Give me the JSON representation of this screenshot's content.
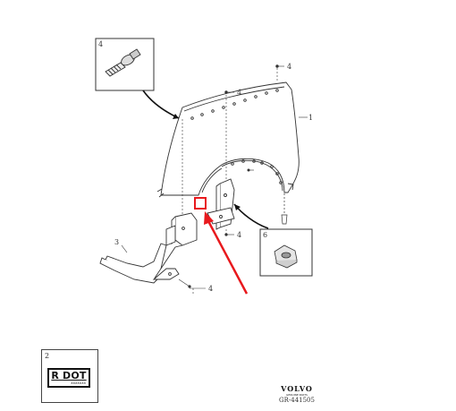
{
  "diagram": {
    "callouts": {
      "fender": "1",
      "liner": "3",
      "bolt_top_right": "4",
      "bolt_top_mid": "4",
      "bolt_bracket": "4",
      "bolt_liner": "4",
      "nut": "6",
      "screw_inset": "4"
    },
    "highlight_color": "#e8191d",
    "arrow_color": "#e8191d",
    "line_color": "#333333"
  },
  "legend": {
    "number": "2",
    "tag_text": "R DOT",
    "tag_subtext": "XXXXXXX"
  },
  "footer": {
    "brand": "VOLVO",
    "brand_sub": "GENUINE PARTS",
    "ref_code": "GR-441505"
  }
}
